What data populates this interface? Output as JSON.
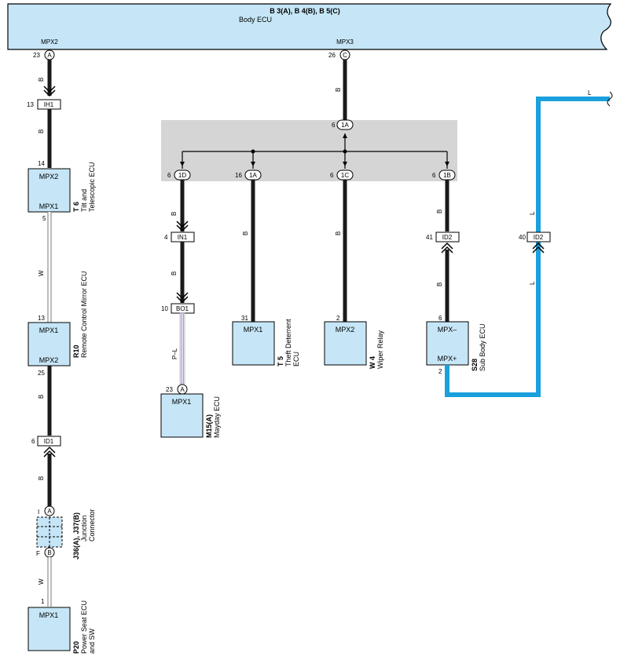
{
  "body_ecu": {
    "code": "B 3(A), B 4(B), B 5(C)",
    "name": "Body ECU",
    "pin_left_label": "MPX2",
    "pin_left_num": "23",
    "pin_left_conn": "A",
    "pin_right_label": "MPX3",
    "pin_right_num": "26",
    "pin_right_conn": "C"
  },
  "left_branch": {
    "wire1_color": "B",
    "ih1": {
      "pin": "13",
      "code": "IH1"
    },
    "wire2_color": "B",
    "tilt_ecu": {
      "pin_top": "14",
      "label_top": "MPX2",
      "label_bottom": "MPX1",
      "pin_bottom": "5",
      "code": "T 6",
      "name_line1": "Tilt and",
      "name_line2": "Telescopic ECU"
    },
    "wire3_color": "W",
    "mirror_ecu": {
      "pin_top": "13",
      "label_top": "MPX1",
      "label_bottom": "MPX2",
      "pin_bottom": "25",
      "code": "R10",
      "name_line1": "Remote Control Mirror ECU"
    },
    "wire4_color": "B",
    "id1": {
      "pin": "6",
      "code": "ID1"
    },
    "wire5_color": "B",
    "junction": {
      "pin_top_letter": "I",
      "conn_top": "A",
      "pin_bottom_letter": "F",
      "conn_bottom": "B",
      "code": "J36(A), J37(B)",
      "name_line1": "Junction",
      "name_line2": "Connector"
    },
    "wire6_color": "W",
    "seat_ecu": {
      "pin_top": "1",
      "label": "MPX1",
      "code": "P20",
      "name_line1": "Power Seat ECU",
      "name_line2": "and SW"
    }
  },
  "center_branch": {
    "wire_main_color": "B",
    "splice_in": {
      "pin": "6",
      "code": "1A"
    },
    "splice_d": {
      "pin": "6",
      "code": "1D"
    },
    "splice_a": {
      "pin": "16",
      "code": "1A"
    },
    "splice_c": {
      "pin": "6",
      "code": "1C"
    },
    "splice_b": {
      "pin": "6",
      "code": "1B"
    },
    "mayday": {
      "wire1_color": "B",
      "in1": {
        "pin": "4",
        "code": "IN1"
      },
      "wire2_color": "B",
      "bo1": {
        "pin": "10",
        "code": "BO1"
      },
      "wire3_color": "P–L",
      "pin_top": "23",
      "conn": "A",
      "label": "MPX1",
      "code": "M15(A)",
      "name_line1": "Mayday ECU"
    },
    "theft": {
      "wire_color": "B",
      "pin_top": "31",
      "label": "MPX1",
      "code": "T 5",
      "name_line1": "Theft Deterrent",
      "name_line2": "ECU"
    },
    "wiper": {
      "wire_color": "B",
      "pin_top": "2",
      "label": "MPX2",
      "code": "W 4",
      "name_line1": "Wiper Relay"
    },
    "subbody": {
      "wire1_color": "B",
      "id2": {
        "pin": "41",
        "code": "ID2"
      },
      "wire2_color": "B",
      "pin_top": "6",
      "label_top": "MPX–",
      "label_bottom": "MPX+",
      "pin_bottom": "2",
      "code": "S28",
      "name_line1": "Sub Body ECU"
    }
  },
  "blue_branch": {
    "wire_top_color": "L",
    "wire_mid_color": "L",
    "wire_low_color": "L",
    "id2": {
      "pin": "40",
      "code": "ID2"
    }
  },
  "colors": {
    "component_fill": "#c6e6f7",
    "wire_black": "#1a1a1a",
    "wire_blue": "#1aa0dc",
    "wire_pink": "#e493c6",
    "wire_lightblue": "#7ab5e6",
    "splice_area": "#d5d5d5"
  }
}
